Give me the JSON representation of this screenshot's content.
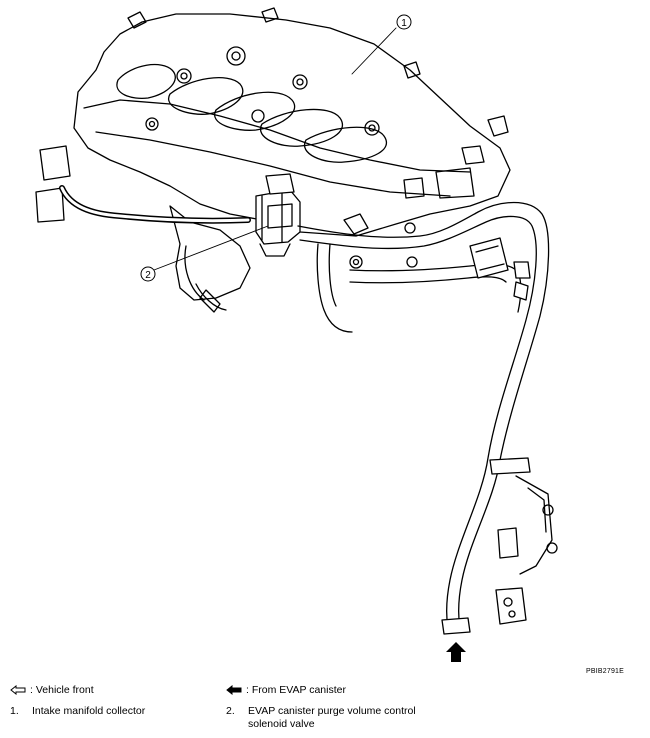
{
  "figure_code": "PBIB2791E",
  "callouts": {
    "c1": "1",
    "c2": "2"
  },
  "legend": {
    "vehicle_front": ": Vehicle front",
    "from_canister": ": From EVAP canister",
    "item1": {
      "num": "1.",
      "text": "Intake manifold collector"
    },
    "item2": {
      "num": "2.",
      "text": "EVAP canister purge volume control solenoid valve"
    }
  },
  "icons": {
    "front": "hollow-left-arrow-icon",
    "flow": "solid-left-arrow-icon",
    "inlet": "solid-up-arrow-icon"
  }
}
